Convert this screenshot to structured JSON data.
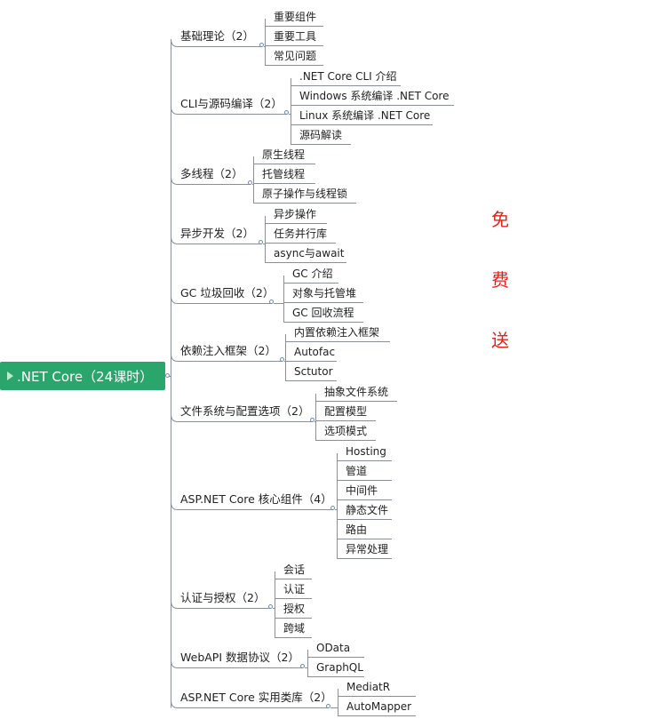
{
  "root": {
    "label": ".NET Core（24课时）",
    "flag_icon": "flag-icon",
    "color": "#2aa66c"
  },
  "branch_line_color": "#8a8f96",
  "branches": [
    {
      "label": "基础理论（2）",
      "children": [
        "重要组件",
        "重要工具",
        "常见问题"
      ]
    },
    {
      "label": "CLI与源码编译（2）",
      "children": [
        ".NET Core CLI 介绍",
        "Windows 系统编译 .NET Core",
        "Linux 系统编译 .NET Core",
        "源码解读"
      ]
    },
    {
      "label": "多线程（2）",
      "children": [
        "原生线程",
        "托管线程",
        "原子操作与线程锁"
      ]
    },
    {
      "label": "异步开发（2）",
      "children": [
        "异步操作",
        "任务并行库",
        "async与await"
      ]
    },
    {
      "label": "GC 垃圾回收（2）",
      "children": [
        "GC 介绍",
        "对象与托管堆",
        "GC 回收流程"
      ]
    },
    {
      "label": "依赖注入框架（2）",
      "children": [
        "内置依赖注入框架",
        "Autofac",
        "Sctutor"
      ]
    },
    {
      "label": "文件系统与配置选项（2）",
      "children": [
        "抽象文件系统",
        "配置模型",
        "选项模式"
      ]
    },
    {
      "label": "ASP.NET Core 核心组件（4）",
      "children": [
        "Hosting",
        "管道",
        "中间件",
        "静态文件",
        "路由",
        "异常处理"
      ]
    },
    {
      "label": "认证与授权（2）",
      "children": [
        "会话",
        "认证",
        "授权",
        "跨域"
      ]
    },
    {
      "label": "WebAPI 数据协议（2）",
      "children": [
        "OData",
        "GraphQL"
      ]
    },
    {
      "label": "ASP.NET Core 实用类库（2）",
      "children": [
        "MediatR",
        "AutoMapper"
      ]
    }
  ],
  "stamp": {
    "chars": [
      "免",
      "费",
      "送"
    ],
    "color": "#e2231a"
  }
}
